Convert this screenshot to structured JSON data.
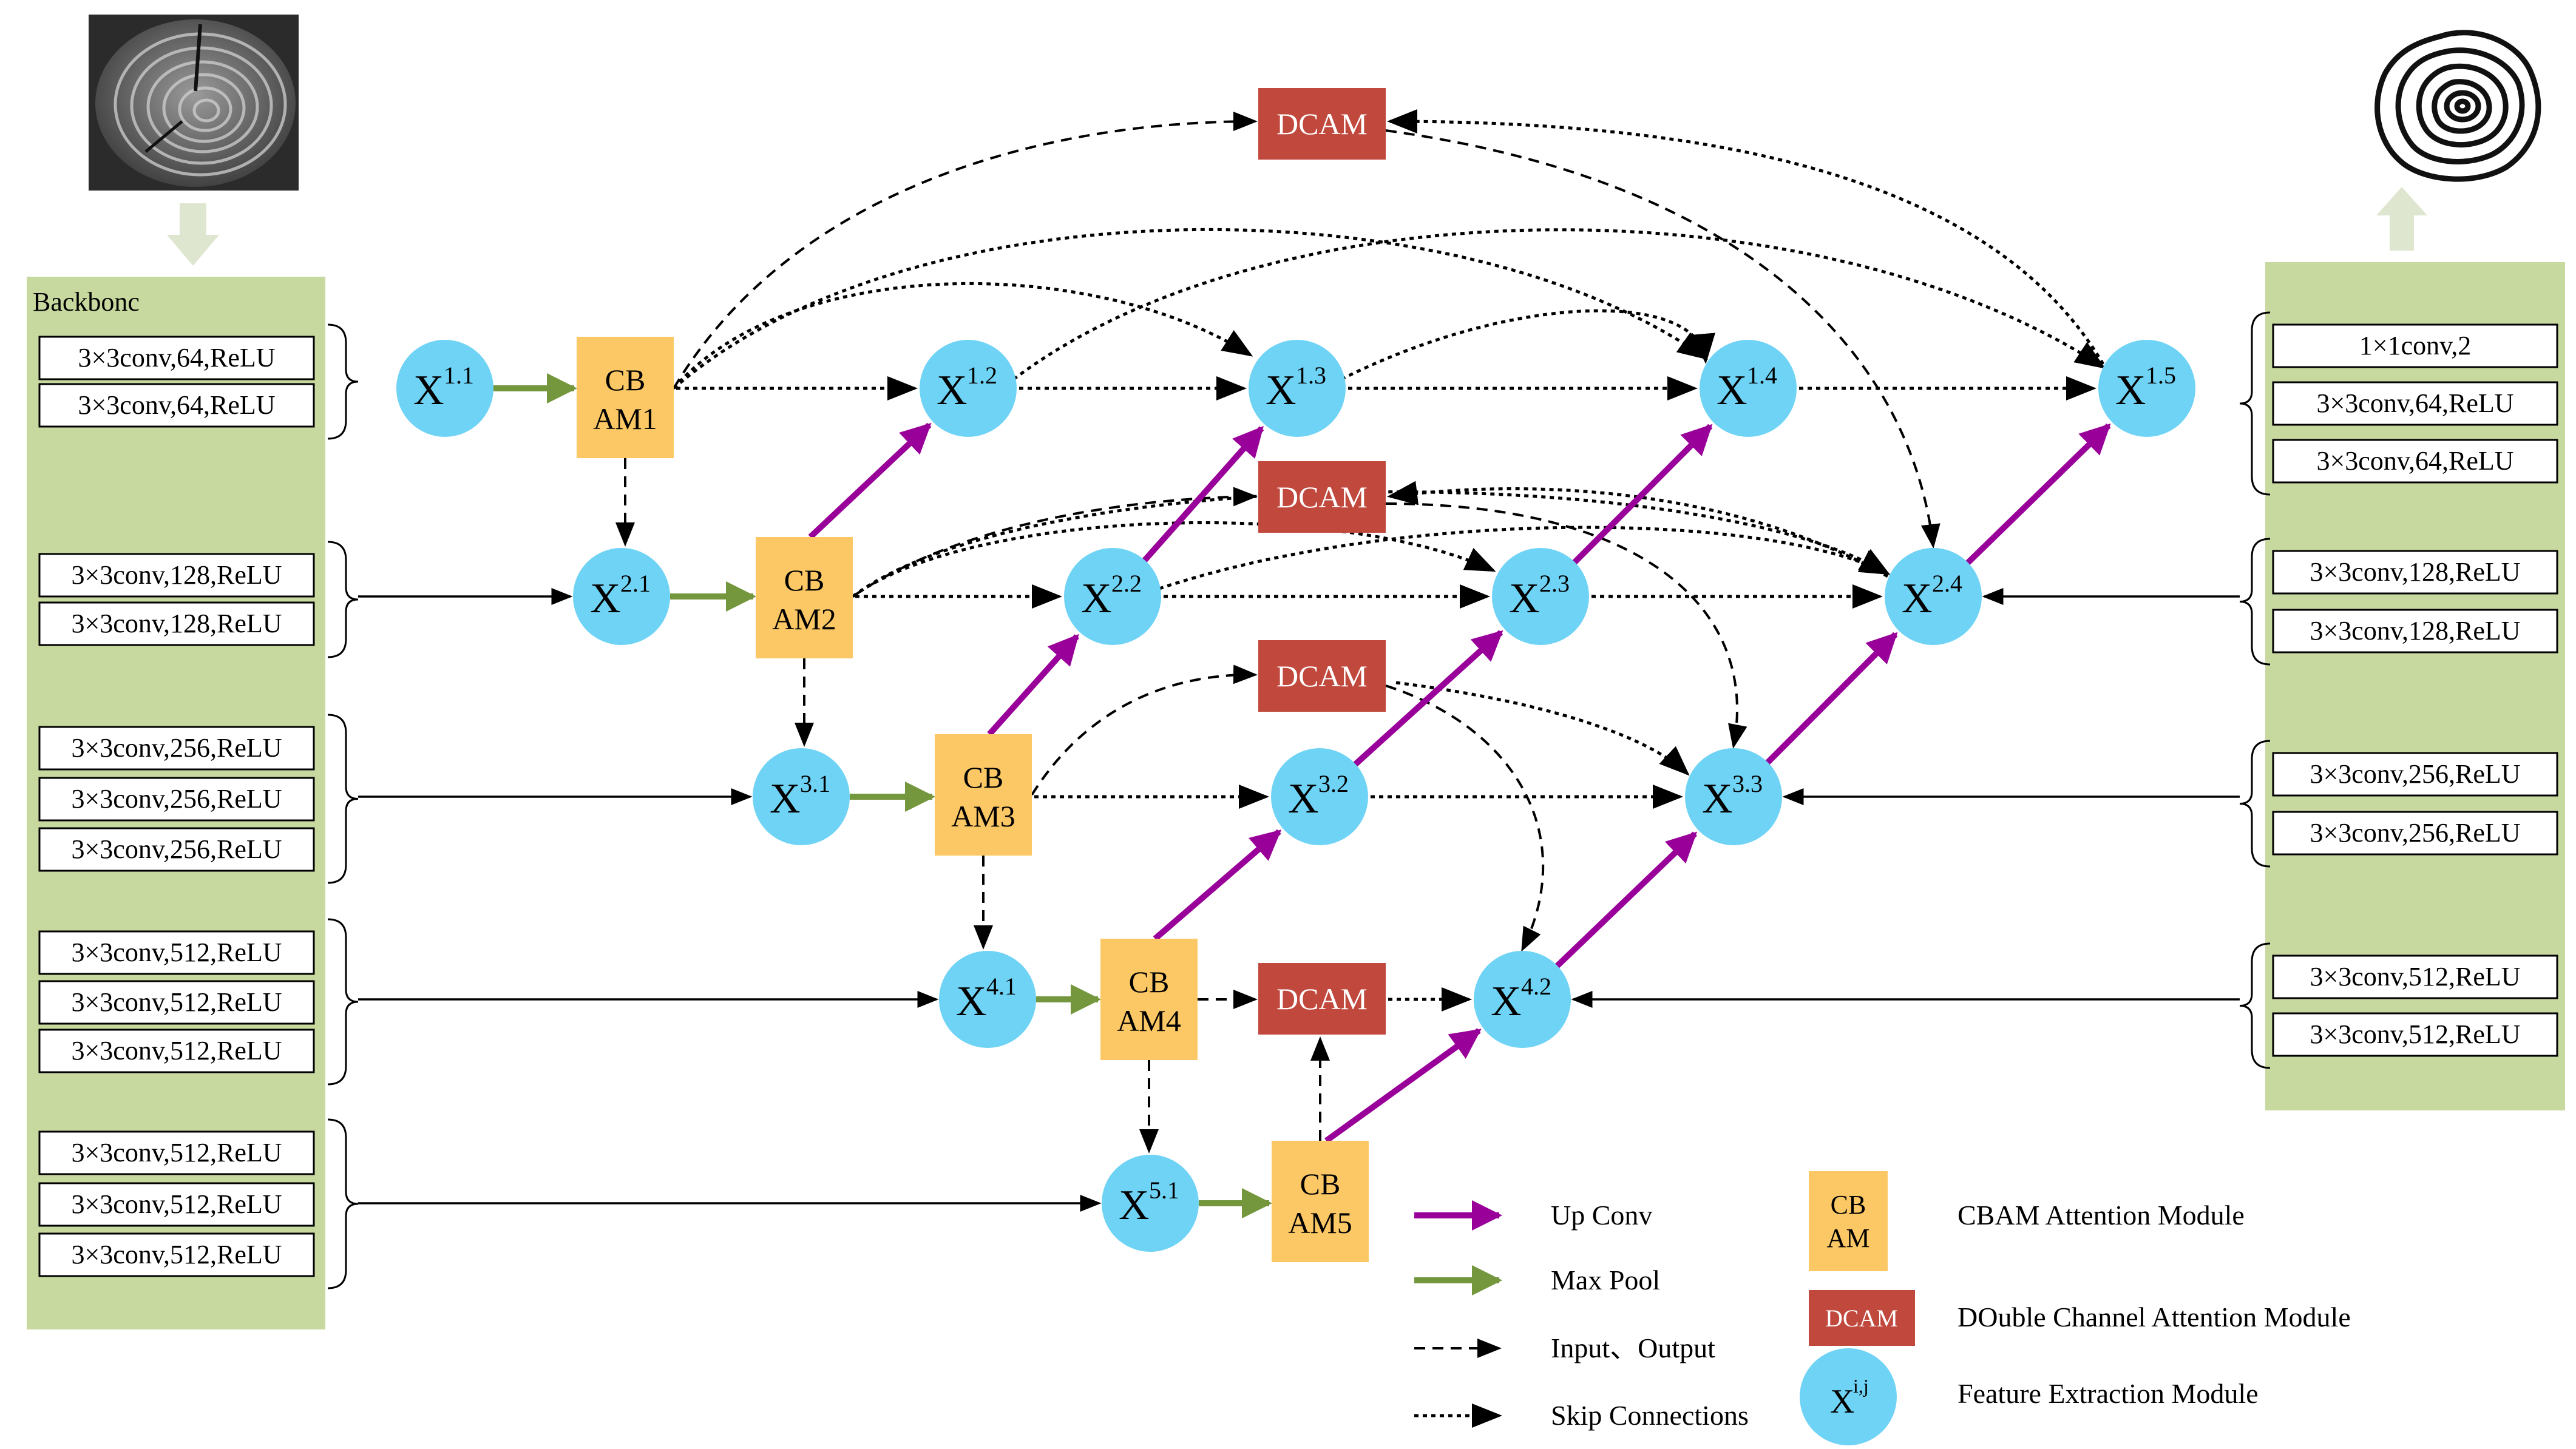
{
  "colors": {
    "panel": "#c8d9a0",
    "node": "#6fd3f5",
    "cbam": "#fcc865",
    "dcam": "#c0483d",
    "dcam_text": "#ffffff",
    "up_conv": "#990099",
    "max_pool": "#74963d",
    "arrow_black": "#000000",
    "input_arrow": "#dfe6cf"
  },
  "backbone": {
    "title": "Backbonc",
    "groups": [
      [
        "3×3conv,64,ReLU",
        "3×3conv,64,ReLU"
      ],
      [
        "3×3conv,128,ReLU",
        "3×3conv,128,ReLU"
      ],
      [
        "3×3conv,256,ReLU",
        "3×3conv,256,ReLU",
        "3×3conv,256,ReLU"
      ],
      [
        "3×3conv,512,ReLU",
        "3×3conv,512,ReLU",
        "3×3conv,512,ReLU"
      ],
      [
        "3×3conv,512,ReLU",
        "3×3conv,512,ReLU",
        "3×3conv,512,ReLU"
      ]
    ]
  },
  "decoder": {
    "groups": [
      [
        "1×1conv,2",
        "3×3conv,64,ReLU",
        "3×3conv,64,ReLU"
      ],
      [
        "3×3conv,128,ReLU",
        "3×3conv,128,ReLU"
      ],
      [
        "3×3conv,256,ReLU",
        "3×3conv,256,ReLU"
      ],
      [
        "3×3conv,512,ReLU",
        "3×3conv,512,ReLU"
      ]
    ]
  },
  "nodes": [
    {
      "id": "x11",
      "base": "X",
      "sup": "1.1"
    },
    {
      "id": "x12",
      "base": "X",
      "sup": "1.2"
    },
    {
      "id": "x13",
      "base": "X",
      "sup": "1.3"
    },
    {
      "id": "x14",
      "base": "X",
      "sup": "1.4"
    },
    {
      "id": "x15",
      "base": "X",
      "sup": "1.5"
    },
    {
      "id": "x21",
      "base": "X",
      "sup": "2.1"
    },
    {
      "id": "x22",
      "base": "X",
      "sup": "2.2"
    },
    {
      "id": "x23",
      "base": "X",
      "sup": "2.3"
    },
    {
      "id": "x24",
      "base": "X",
      "sup": "2.4"
    },
    {
      "id": "x31",
      "base": "X",
      "sup": "3.1"
    },
    {
      "id": "x32",
      "base": "X",
      "sup": "3.2"
    },
    {
      "id": "x33",
      "base": "X",
      "sup": "3.3"
    },
    {
      "id": "x41",
      "base": "X",
      "sup": "4.1"
    },
    {
      "id": "x42",
      "base": "X",
      "sup": "4.2"
    },
    {
      "id": "x51",
      "base": "X",
      "sup": "5.1"
    }
  ],
  "cbam_blocks": [
    {
      "id": "cbam1",
      "line1": "CB",
      "line2": "AM1"
    },
    {
      "id": "cbam2",
      "line1": "CB",
      "line2": "AM2"
    },
    {
      "id": "cbam3",
      "line1": "CB",
      "line2": "AM3"
    },
    {
      "id": "cbam4",
      "line1": "CB",
      "line2": "AM4"
    },
    {
      "id": "cbam5",
      "line1": "CB",
      "line2": "AM5"
    }
  ],
  "dcam_blocks": [
    {
      "id": "dcam1",
      "label": "DCAM"
    },
    {
      "id": "dcam2",
      "label": "DCAM"
    },
    {
      "id": "dcam3",
      "label": "DCAM"
    },
    {
      "id": "dcam4",
      "label": "DCAM"
    }
  ],
  "legend": {
    "arrows": [
      {
        "kind": "up_conv",
        "label": "Up Conv"
      },
      {
        "kind": "max_pool",
        "label": "Max Pool"
      },
      {
        "kind": "dashed",
        "label": "Input、Output"
      },
      {
        "kind": "dotted",
        "label": "Skip Connections"
      }
    ],
    "modules": [
      {
        "kind": "cbam",
        "swatch_line1": "CB",
        "swatch_line2": "AM",
        "label": "CBAM Attention Module"
      },
      {
        "kind": "dcam",
        "swatch": "DCAM",
        "label": "DOuble Channel Attention Module"
      },
      {
        "kind": "node",
        "swatch_base": "X",
        "swatch_sup": "i,j",
        "label": "Feature Extraction Module"
      }
    ]
  }
}
